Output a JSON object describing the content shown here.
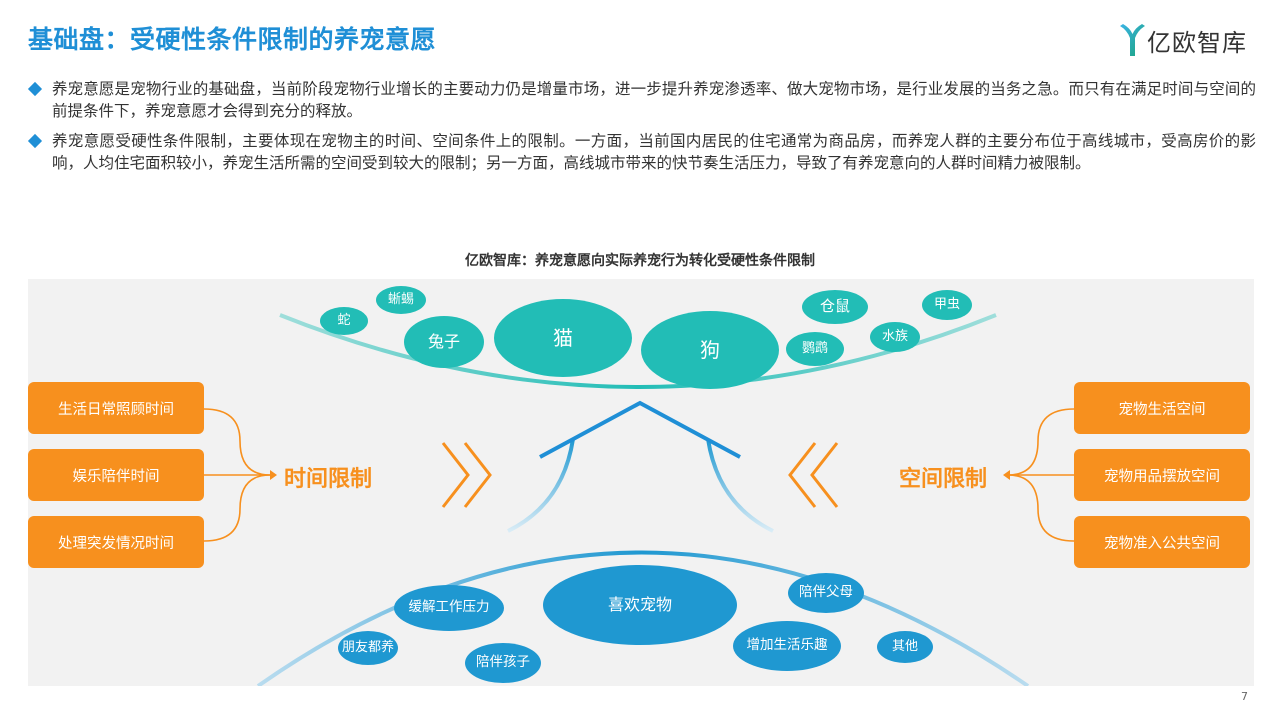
{
  "header": {
    "title": "基础盘：受硬性条件限制的养宠意愿",
    "logo_text": "亿欧智库"
  },
  "bullets": [
    "养宠意愿是宠物行业的基础盘，当前阶段宠物行业增长的主要动力仍是增量市场，进一步提升养宠渗透率、做大宠物市场，是行业发展的当务之急。而只有在满足时间与空间的前提条件下，养宠意愿才会得到充分的释放。",
    "养宠意愿受硬性条件限制，主要体现在宠物主的时间、空间条件上的限制。一方面，当前国内居民的住宅通常为商品房，而养宠人群的主要分布位于高线城市，受高房价的影响，人均住宅面积较小，养宠生活所需的空间受到较大的限制；另一方面，高线城市带来的快节奏生活压力，导致了有养宠意向的人群时间精力被限制。"
  ],
  "diagram": {
    "title": "亿欧智库：养宠意愿向实际养宠行为转化受硬性条件限制",
    "pets": [
      "蛇",
      "蜥蜴",
      "兔子",
      "猫",
      "狗",
      "仓鼠",
      "甲虫",
      "鹦鹉",
      "水族"
    ],
    "reasons": [
      "缓解工作压力",
      "喜欢宠物",
      "陪伴父母",
      "朋友都养",
      "陪伴孩子",
      "增加生活乐趣",
      "其他"
    ],
    "time_limit": {
      "label": "时间限制",
      "items": [
        "生活日常照顾时间",
        "娱乐陪伴时间",
        "处理突发情况时间"
      ]
    },
    "space_limit": {
      "label": "空间限制",
      "items": [
        "宠物生活空间",
        "宠物用品摆放空间",
        "宠物准入公共空间"
      ]
    },
    "colors": {
      "title_blue": "#1f8fd6",
      "teal": "#22bdb6",
      "blue": "#1f98d1",
      "orange": "#f7901e"
    }
  },
  "page_number": "7"
}
